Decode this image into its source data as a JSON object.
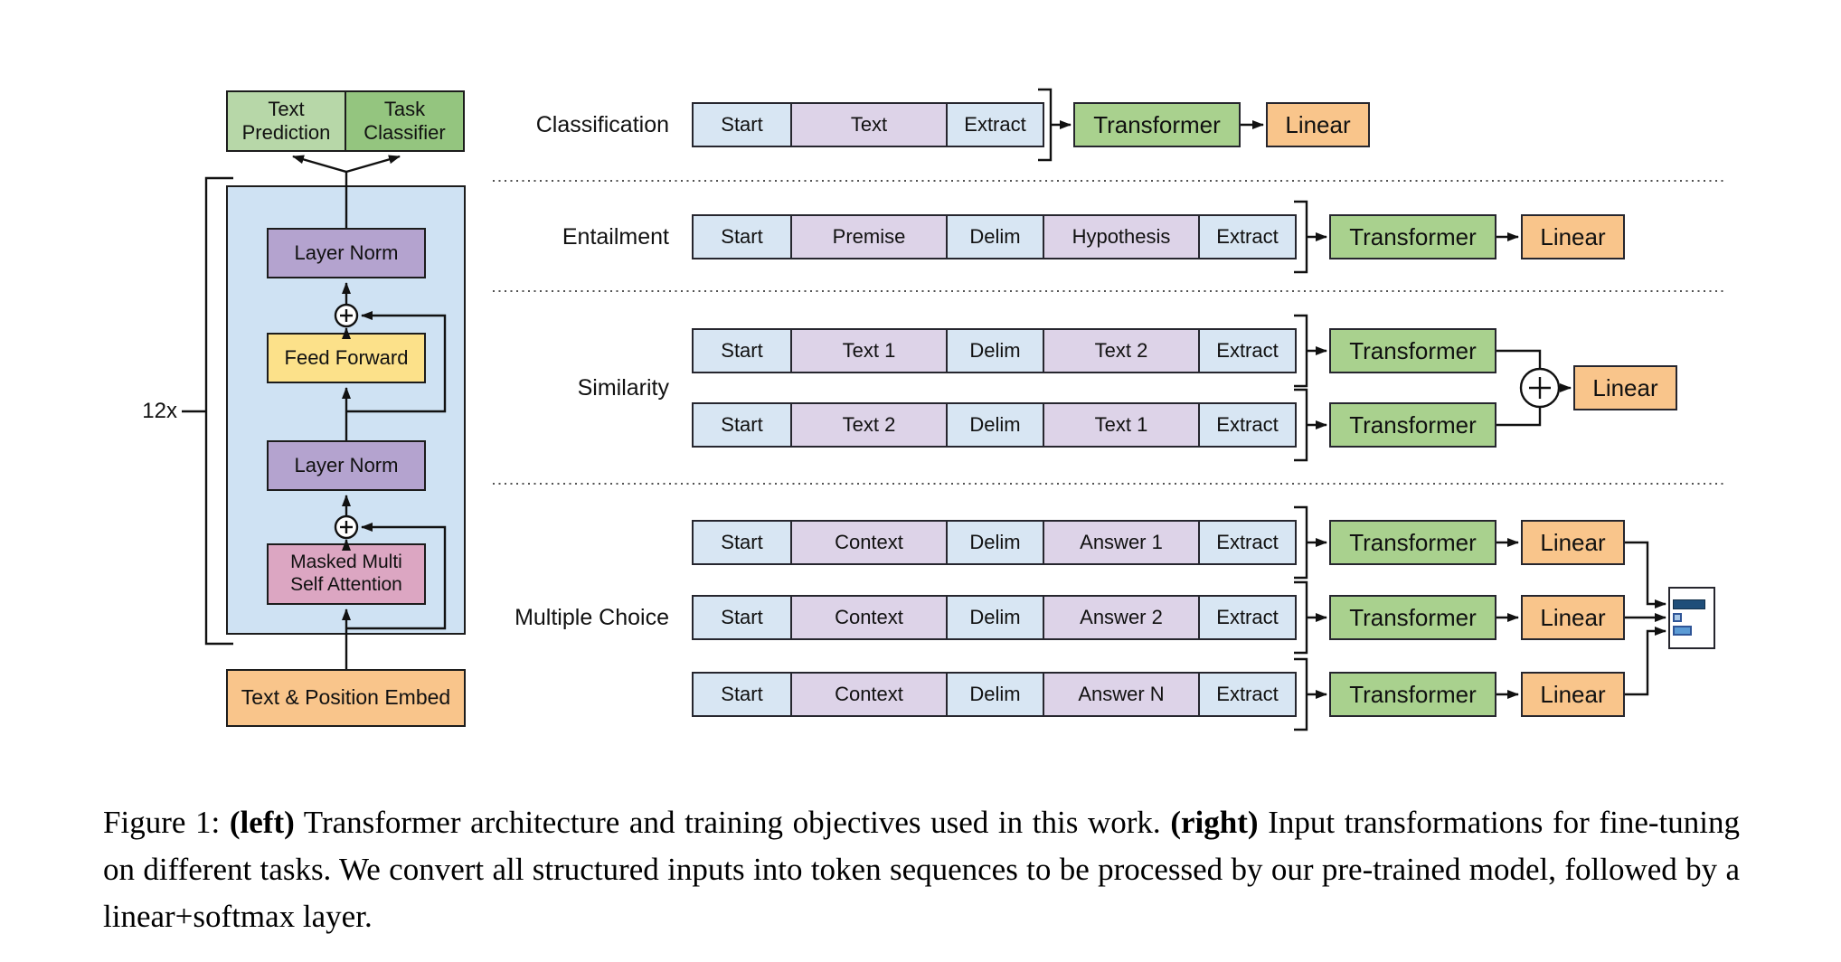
{
  "architecture": {
    "repeat_label": "12x",
    "heads": [
      {
        "lines": [
          "Text",
          "Prediction"
        ]
      },
      {
        "lines": [
          "Task",
          "Classifier"
        ]
      }
    ],
    "layer_norm_top": "Layer Norm",
    "feed_forward": "Feed Forward",
    "layer_norm_bottom": "Layer Norm",
    "masked_attention": {
      "lines": [
        "Masked Multi",
        "Self Attention"
      ]
    },
    "embed": "Text & Position Embed",
    "plus_symbol": "+"
  },
  "tasks": [
    {
      "label": "Classification",
      "rows": [
        [
          "Start",
          "Text",
          "Extract"
        ]
      ]
    },
    {
      "label": "Entailment",
      "rows": [
        [
          "Start",
          "Premise",
          "Delim",
          "Hypothesis",
          "Extract"
        ]
      ]
    },
    {
      "label": "Similarity",
      "rows": [
        [
          "Start",
          "Text 1",
          "Delim",
          "Text 2",
          "Extract"
        ],
        [
          "Start",
          "Text 2",
          "Delim",
          "Text 1",
          "Extract"
        ]
      ]
    },
    {
      "label": "Multiple Choice",
      "rows": [
        [
          "Start",
          "Context",
          "Delim",
          "Answer 1",
          "Extract"
        ],
        [
          "Start",
          "Context",
          "Delim",
          "Answer 2",
          "Extract"
        ],
        [
          "Start",
          "Context",
          "Delim",
          "Answer N",
          "Extract"
        ]
      ]
    }
  ],
  "flow_blocks": {
    "transformer": "Transformer",
    "linear": "Linear",
    "merge_symbol": "+"
  },
  "mini_chart": {
    "type": "bar",
    "orientation": "horizontal",
    "bars": [
      {
        "size": "large",
        "color": "#1f4e79"
      },
      {
        "size": "small",
        "color": "#a7c7e7"
      },
      {
        "size": "medium",
        "color": "#5b9bd5"
      }
    ]
  },
  "caption": {
    "parts": [
      {
        "text": "Figure 1: "
      },
      {
        "text": "(left)"
      },
      {
        "text": " Transformer architecture and training objectives used in this work. "
      },
      {
        "text": "(right)"
      },
      {
        "text": " Input transformations for fine-tuning on different tasks. We convert all structured inputs into token sequences to be processed by our pre-trained model, followed by a linear+softmax layer."
      }
    ]
  },
  "colors": {
    "token_blue": "#d8e6f3",
    "token_purple": "#ddd3e8",
    "transformer_green": "#a9d18e",
    "linear_orange": "#f9c58b",
    "head_green_light": "#b7d7a8",
    "head_green": "#94c57f",
    "layer_norm_purple": "#b4a3cf",
    "feed_forward_yellow": "#fce18a",
    "attention_pink": "#dca6c2",
    "embed_orange": "#f9c58b",
    "block_background_blue": "#cfe2f3"
  }
}
